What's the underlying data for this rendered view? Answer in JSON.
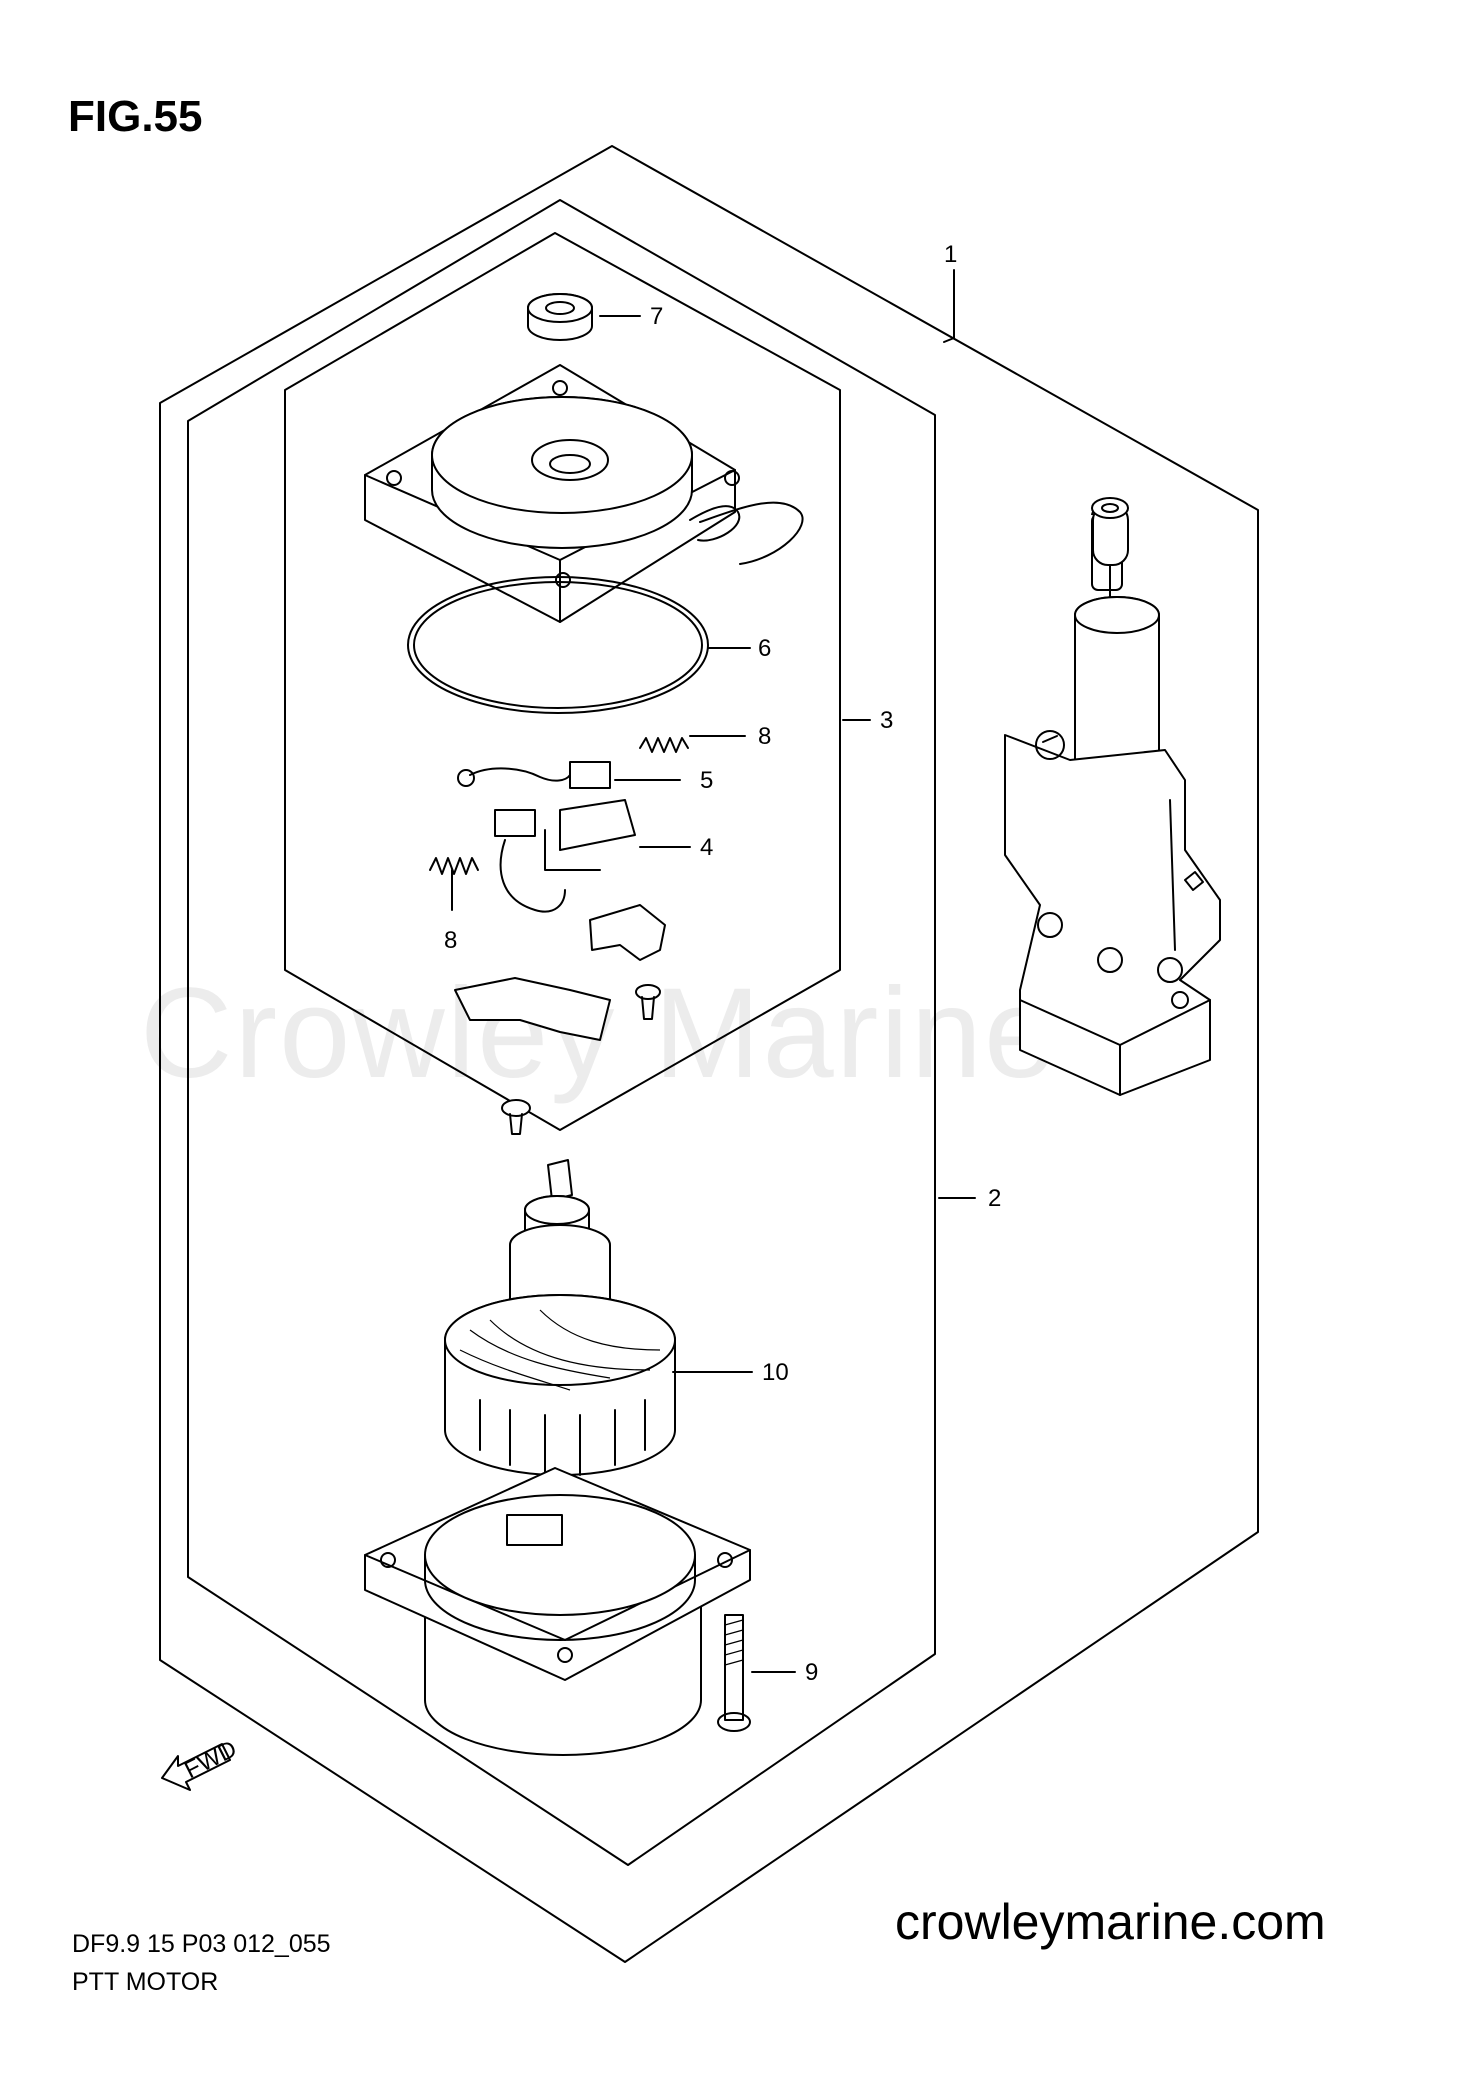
{
  "figure": {
    "title": "FIG.55",
    "watermark": "Crowley Marine",
    "footer_code": "DF9.9 15 P03 012_055",
    "footer_name": "PTT MOTOR",
    "website": "crowleymarine.com",
    "fwd_label": "FWD"
  },
  "callouts": [
    "1",
    "2",
    "3",
    "4",
    "5",
    "6",
    "7",
    "8",
    "8",
    "9",
    "10"
  ]
}
